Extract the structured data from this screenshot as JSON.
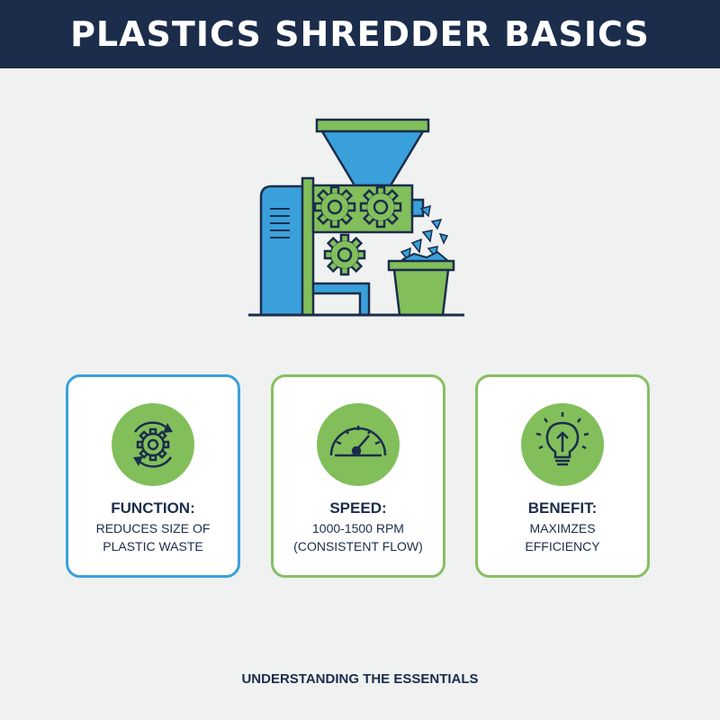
{
  "header": {
    "title": "PLASTICS SHREDDER BASICS"
  },
  "cards": [
    {
      "title": "FUNCTION:",
      "line1": "REDUCES SIZE OF",
      "line2": "PLASTIC WASTE",
      "icon": "gear-cycle-icon"
    },
    {
      "title": "SPEED:",
      "line1": "1000-1500 RPM",
      "line2": "(CONSISTENT FLOW)",
      "icon": "speedometer-icon"
    },
    {
      "title": "BENEFIT:",
      "line1": "MAXIMZES",
      "line2": "EFFICIENCY",
      "icon": "lightbulb-icon"
    }
  ],
  "footer": {
    "text": "UNDERSTANDING THE ESSENTIALS"
  },
  "colors": {
    "navy": "#1b2d4b",
    "blue": "#3aa0dc",
    "green": "#82bf5b",
    "background": "#f0f1f1"
  }
}
